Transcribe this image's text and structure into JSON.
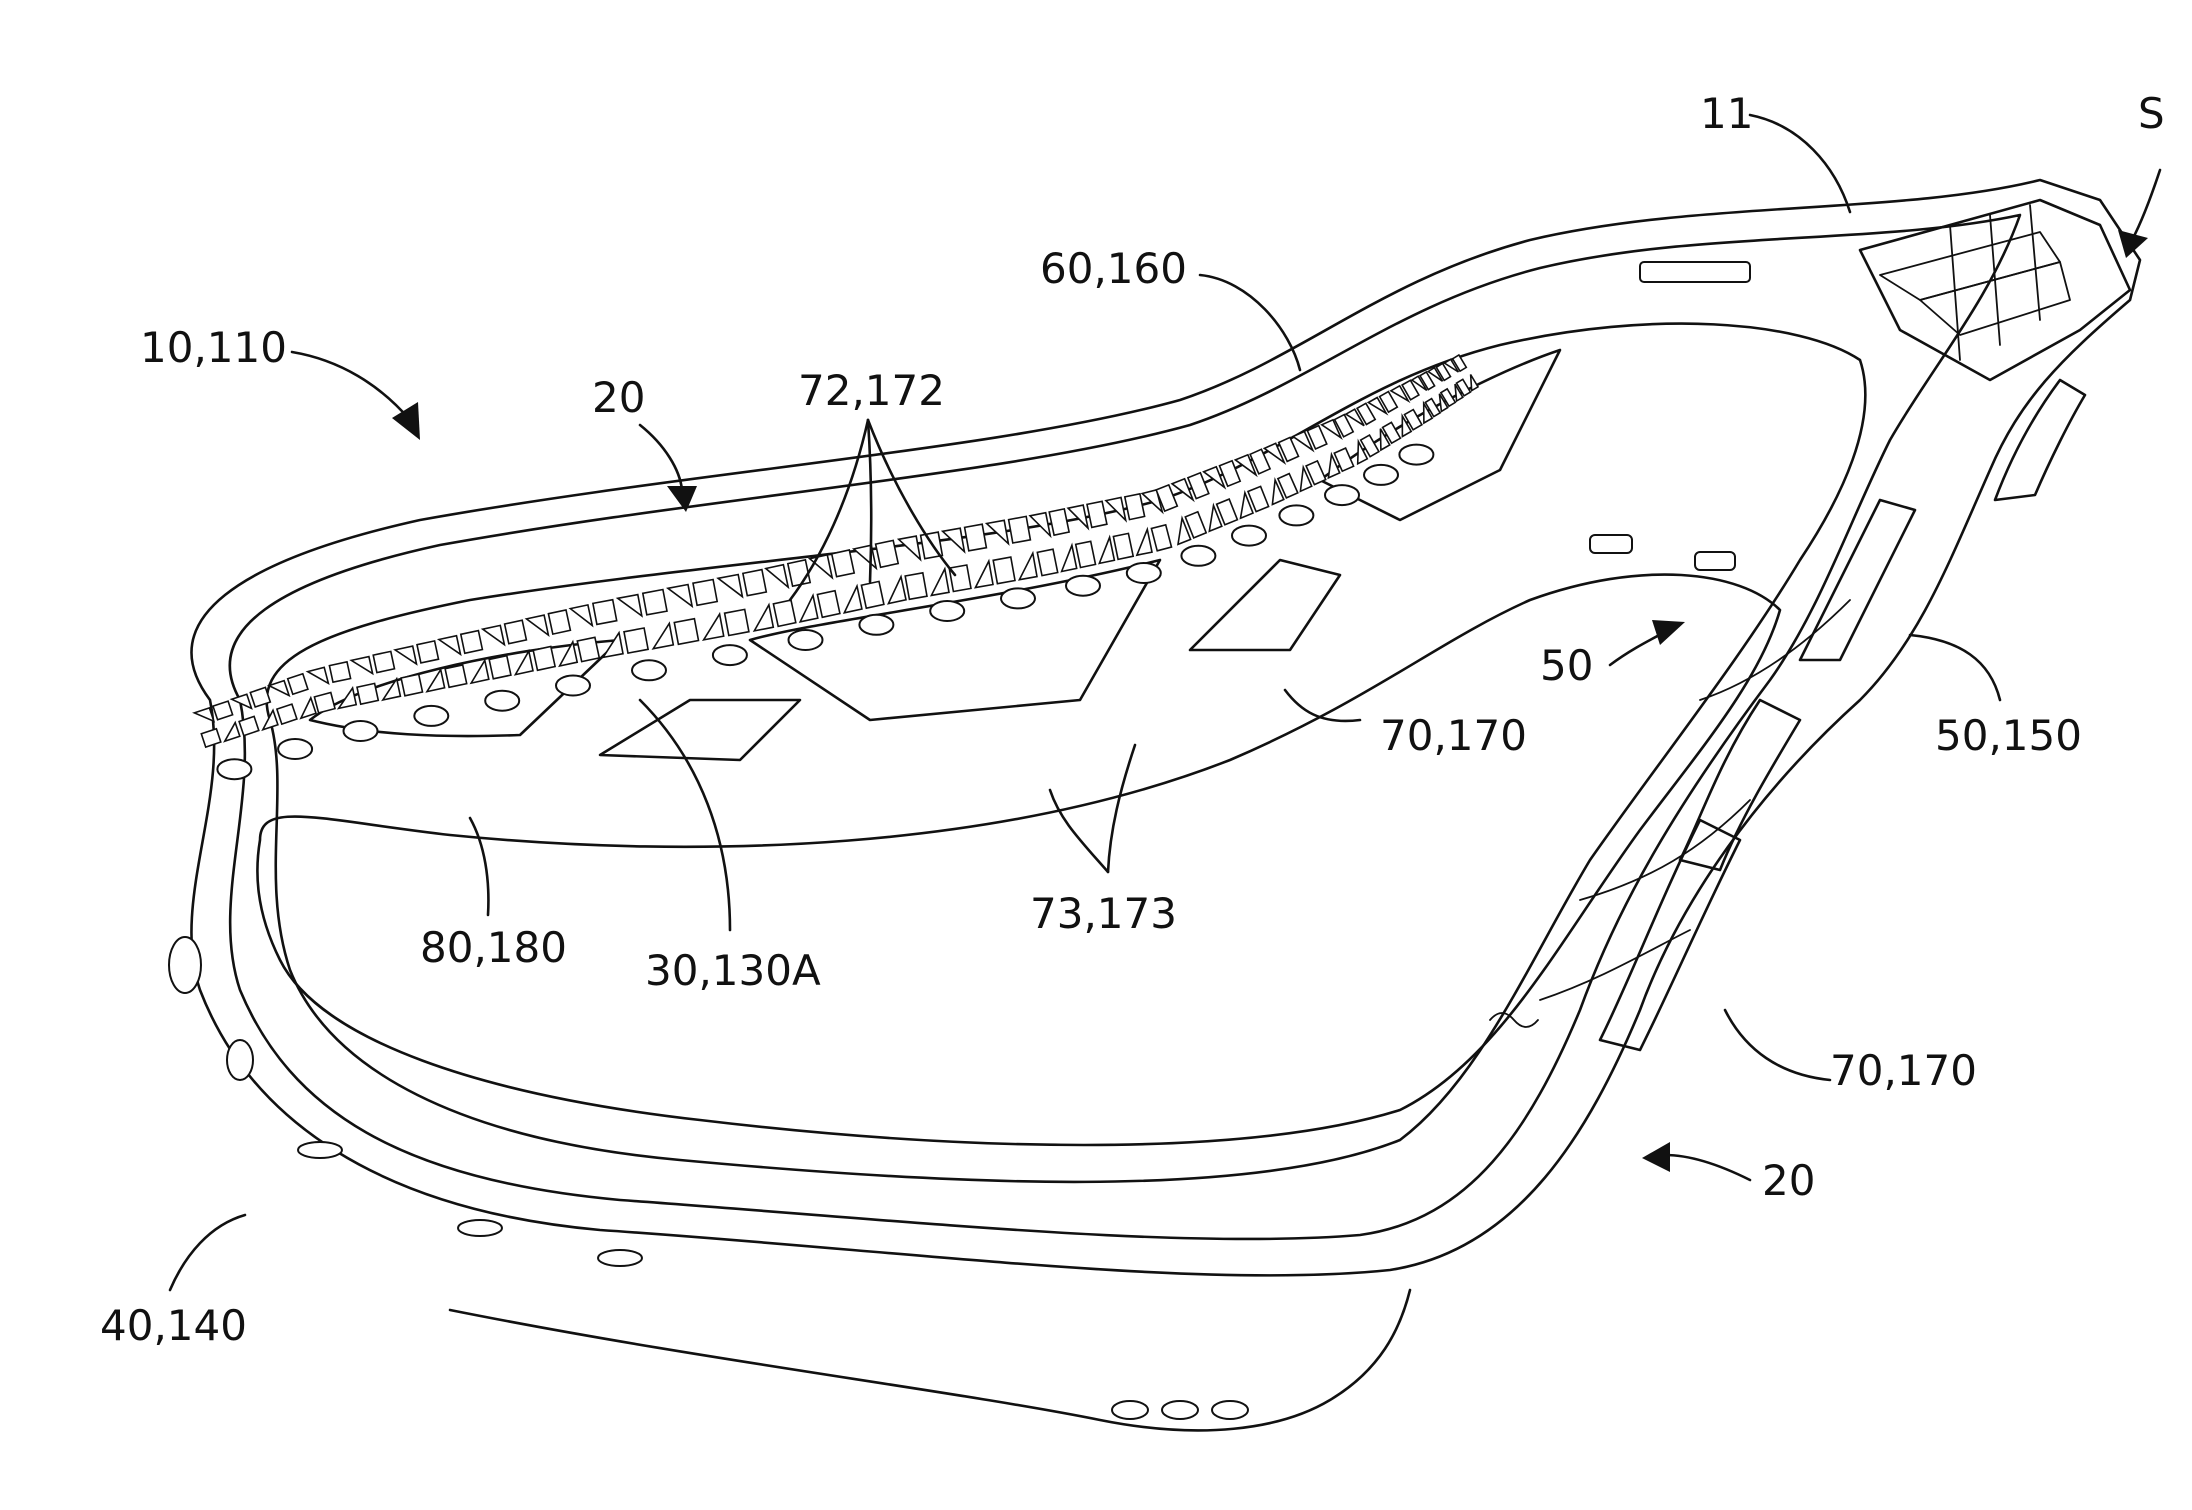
{
  "figure": {
    "labels": {
      "head_overall": "10,110",
      "sidewall_top": "20",
      "scoop_edge": "60,160",
      "cross_members": "72,172",
      "throat": "11",
      "sidewall_view": "S",
      "pocket_arrow": "50",
      "rail_inner": "70,170",
      "throat_region": "50,150",
      "stringing_holes": "80,180",
      "lattice_region": "30,130A",
      "lattice_cells": "73,173",
      "rail_lower": "70,170",
      "sidewall_bottom": "20",
      "scoop_base": "40,140"
    },
    "colors": {
      "ink": "#111111",
      "background": "#ffffff"
    }
  }
}
